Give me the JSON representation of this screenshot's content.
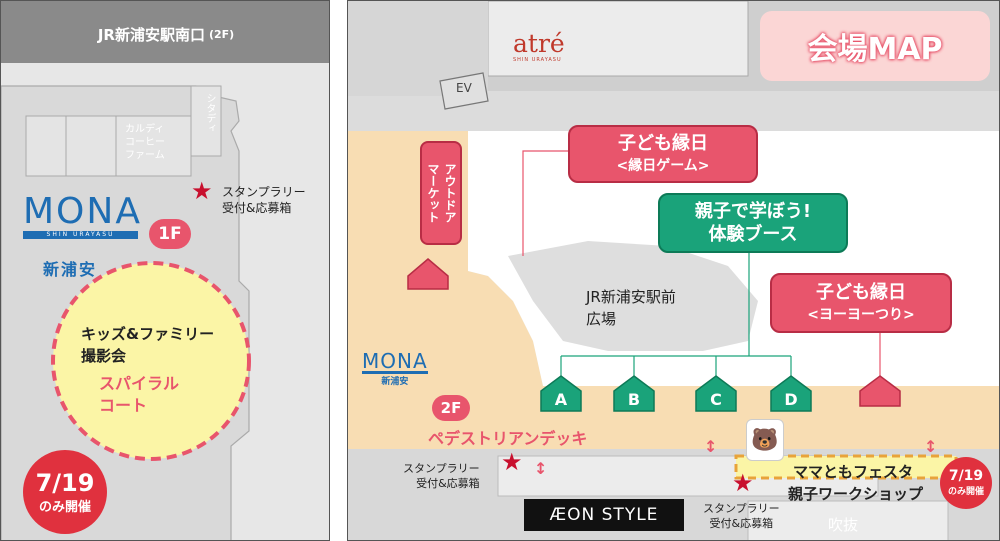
{
  "left_panel": {
    "station_header": "JR新浦安駅南口",
    "station_floor": "(2F)",
    "shop_vertical_1": "シタディ",
    "shop_kaldi": "カルディ\nコーヒー\nファーム",
    "logo_mona": "MONA",
    "logo_mona_sub": "SHIN URAYASU",
    "logo_shinurayasu": "新浦安",
    "floor_badge": "1F",
    "stamp_label": "スタンプラリー\n受付&応募箱",
    "event_title": "キッズ&ファミリー\n撮影会",
    "event_place": "スパイラル\nコート",
    "date_badge_date": "7/19",
    "date_badge_text": "のみ開催"
  },
  "right_panel": {
    "logo_atre": "atré",
    "logo_atre_sub": "SHIN URAYASU",
    "ev_label": "EV",
    "map_title": "会場MAP",
    "outdoor_market": "アウトドア\nマーケット",
    "kodomo_ennichi_1_title": "子ども縁日",
    "kodomo_ennichi_1_sub": "<縁日ゲーム>",
    "oyako_title": "親子で学ぼう!",
    "oyako_sub": "体験ブース",
    "kodomo_ennichi_2_title": "子ども縁日",
    "kodomo_ennichi_2_sub": "<ヨーヨーつり>",
    "plaza_label": "JR新浦安駅前\n広場",
    "booths": [
      "A",
      "B",
      "C",
      "D"
    ],
    "logo_mona": "MONA",
    "logo_mona_jp": "新浦安",
    "floor_badge": "2F",
    "deck_label": "ペデストリアンデッキ",
    "stamp_label_1": "スタンプラリー\n受付&応募箱",
    "aeon_style": "ÆON STYLE",
    "stamp_label_2": "スタンプラリー\n受付&応募箱",
    "mama_title": "ママともフェスタ",
    "mama_sub": "親子ワークショップ",
    "fukinuke": "吹抜",
    "date_badge_date": "7/19",
    "date_badge_text": "のみ開催"
  },
  "colors": {
    "pink": "#e8556c",
    "green": "#1aa37a",
    "deck": "#f8ddb3",
    "mona_blue": "#1e6db3",
    "star_red": "#c8102e",
    "event_yellow": "#fbf5a6"
  }
}
